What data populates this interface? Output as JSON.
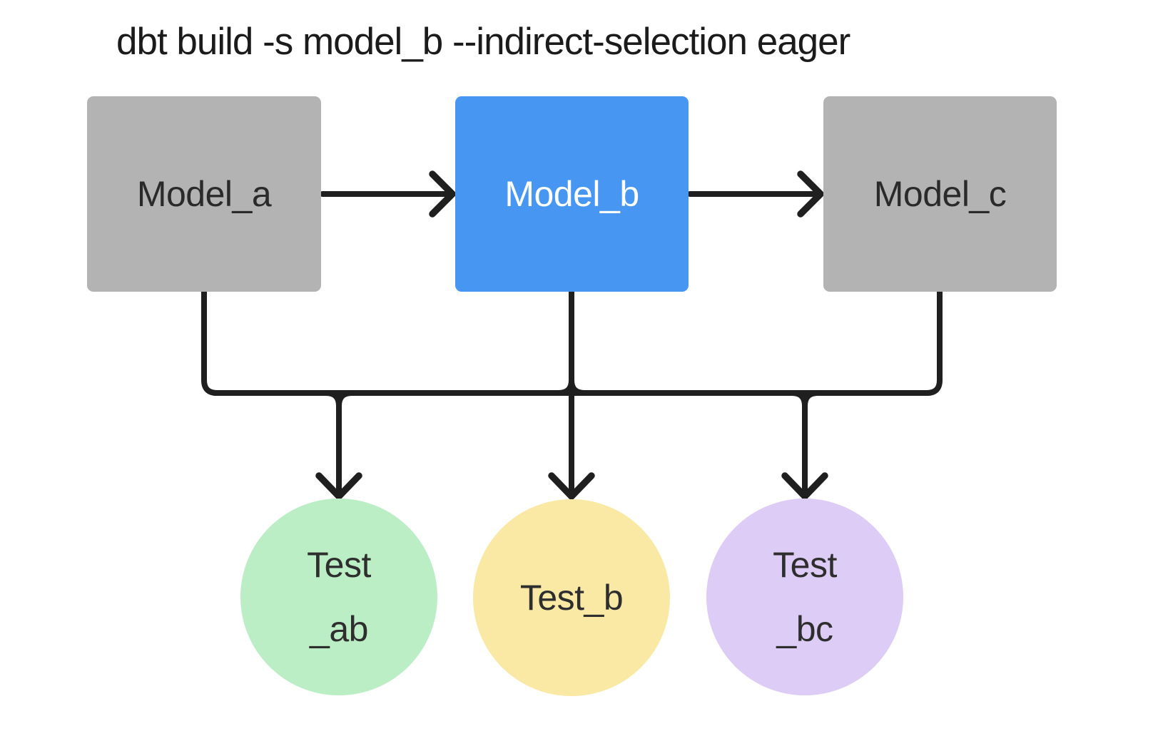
{
  "title": "dbt build -s model_b --indirect-selection eager",
  "models": {
    "a": {
      "id": "model_a",
      "label": "Model_a",
      "fill": "#b3b3b3",
      "text_color": "#2a2a2a"
    },
    "b": {
      "id": "model_b",
      "label": "Model_b",
      "fill": "#4696f2",
      "text_color": "#ffffff"
    },
    "c": {
      "id": "model_c",
      "label": "Model_c",
      "fill": "#b3b3b3",
      "text_color": "#2a2a2a"
    }
  },
  "tests": {
    "ab": {
      "id": "test_ab",
      "label": "Test\n_ab",
      "fill": "#bceec6",
      "text_color": "#2e2e2e"
    },
    "b": {
      "id": "test_b",
      "label": "Test_b",
      "fill": "#f9e9a4",
      "text_color": "#2e2e2e"
    },
    "bc": {
      "id": "test_bc",
      "label": "Test\n_bc",
      "fill": "#ddccf6",
      "text_color": "#2e2e2e"
    }
  },
  "edges": [
    {
      "from": "model_a",
      "to": "model_b",
      "type": "arrow"
    },
    {
      "from": "model_b",
      "to": "model_c",
      "type": "arrow"
    },
    {
      "from": "model_a",
      "to": "test_ab",
      "type": "arrow"
    },
    {
      "from": "model_b",
      "to": "test_ab",
      "type": "arrow"
    },
    {
      "from": "model_b",
      "to": "test_b",
      "type": "arrow"
    },
    {
      "from": "model_b",
      "to": "test_bc",
      "type": "arrow"
    },
    {
      "from": "model_c",
      "to": "test_bc",
      "type": "arrow"
    }
  ],
  "colors": {
    "connector": "#1f1f1f",
    "background": "#ffffff",
    "selected_model": "#4696f2",
    "unselected_model": "#b3b3b3"
  }
}
